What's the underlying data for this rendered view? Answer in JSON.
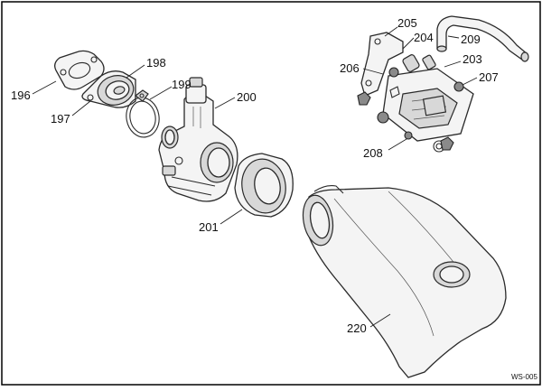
{
  "diagram": {
    "labels": {
      "p196": "196",
      "p197": "197",
      "p198": "198",
      "p199": "199",
      "p200": "200",
      "p201": "201",
      "p203": "203",
      "p204": "204",
      "p205": "205",
      "p206": "206",
      "p207": "207",
      "p208": "208",
      "p209": "209",
      "p220": "220"
    },
    "figure_code": "WS-005",
    "colors": {
      "border": "#000000",
      "stroke": "#2a2a2a",
      "fill": "#f4f4f4"
    }
  }
}
